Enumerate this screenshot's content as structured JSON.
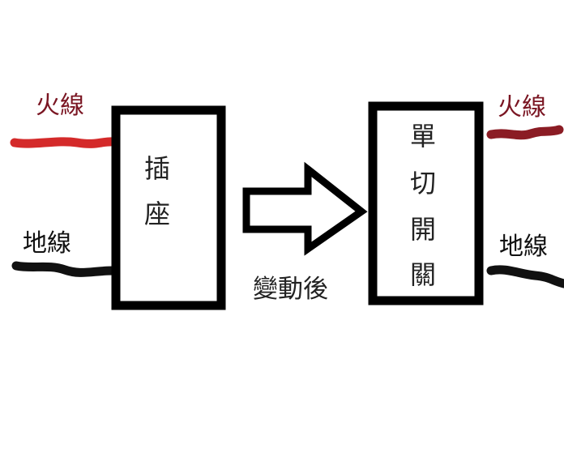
{
  "colors": {
    "hot_wire_left": "#d42a2a",
    "hot_wire_right": "#8b1c24",
    "hot_label": "#7a1522",
    "ground_wire": "#111111",
    "box_stroke": "#000000"
  },
  "left": {
    "hot_label": "火線",
    "ground_label": "地線",
    "box_lines": [
      "插",
      "座"
    ]
  },
  "arrow": {
    "caption": "變動後"
  },
  "right": {
    "hot_label": "火線",
    "ground_label": "地線",
    "box_lines": [
      "單",
      "切",
      "開",
      "關"
    ]
  }
}
